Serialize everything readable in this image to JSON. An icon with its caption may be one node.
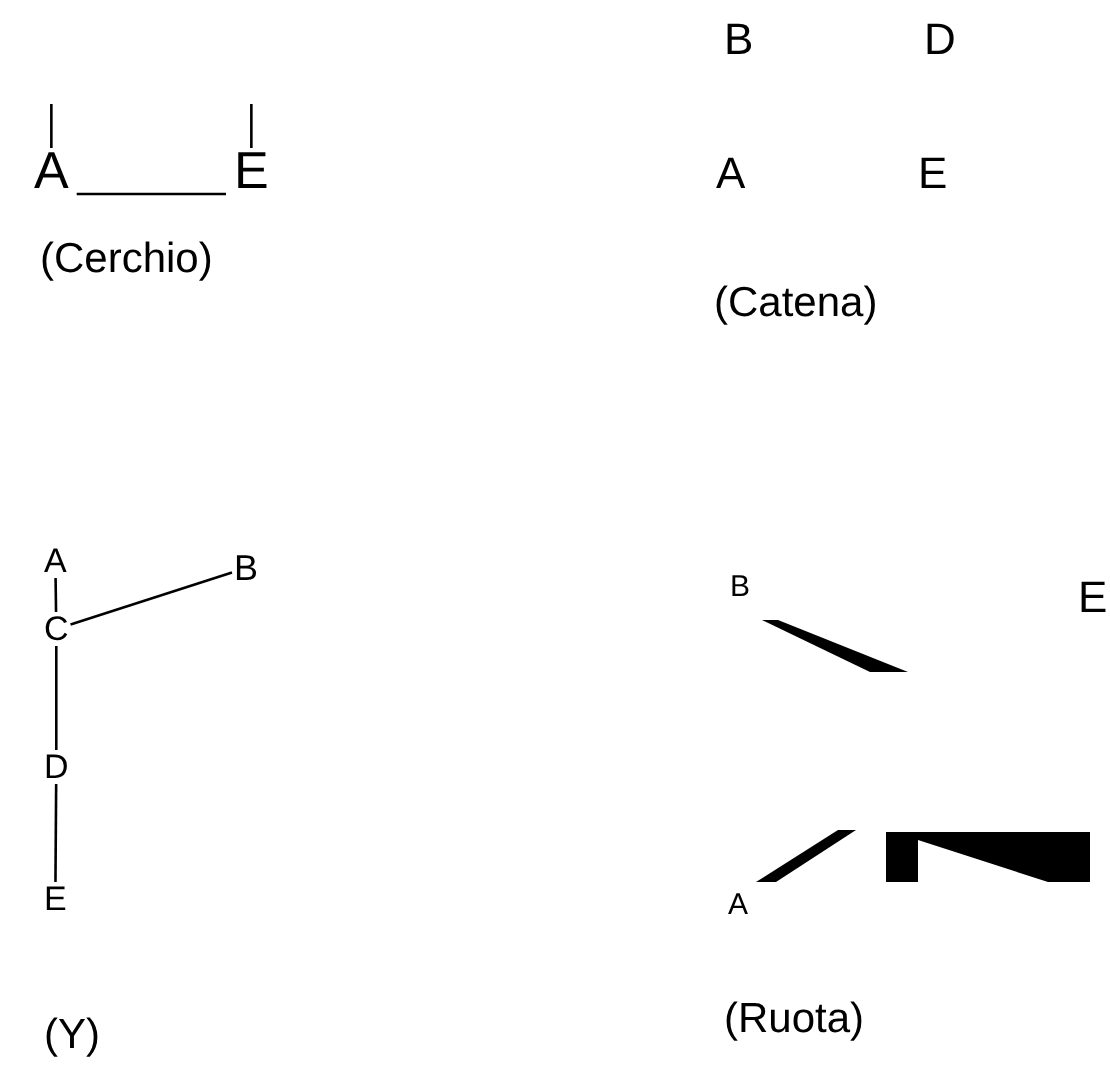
{
  "diagram": {
    "nodes": [
      {
        "text": [
          "A"
        ]
      },
      {
        "text": [
          "E"
        ]
      },
      {
        "text": [
          "B"
        ]
      },
      {
        "text": [
          "D"
        ]
      },
      {
        "text": [
          "A"
        ]
      },
      {
        "text": [
          "E"
        ]
      },
      {
        "text": [
          "A"
        ]
      },
      {
        "text": [
          "B"
        ]
      },
      {
        "text": [
          "C"
        ]
      },
      {
        "text": [
          "D"
        ]
      },
      {
        "text": [
          "E"
        ]
      },
      {
        "text": [
          "B"
        ]
      },
      {
        "text": [
          "E"
        ]
      },
      {
        "text": [
          "A"
        ]
      }
    ],
    "edges": [
      {
        "from": 0,
        "to": 1,
        "arrow": "none"
      },
      {
        "from": 0,
        "to": null,
        "arrow": "none"
      },
      {
        "from": 1,
        "to": null,
        "arrow": "none"
      },
      {
        "from": 8,
        "to": 6,
        "arrow": "none"
      },
      {
        "from": 8,
        "to": 7,
        "arrow": "none"
      },
      {
        "from": 8,
        "to": 9,
        "arrow": "none"
      },
      {
        "from": 9,
        "to": 10,
        "arrow": "none"
      }
    ],
    "labels": [
      "(Cerchio)",
      "(Catena)",
      "(Y)",
      "(Ruota)"
    ]
  }
}
